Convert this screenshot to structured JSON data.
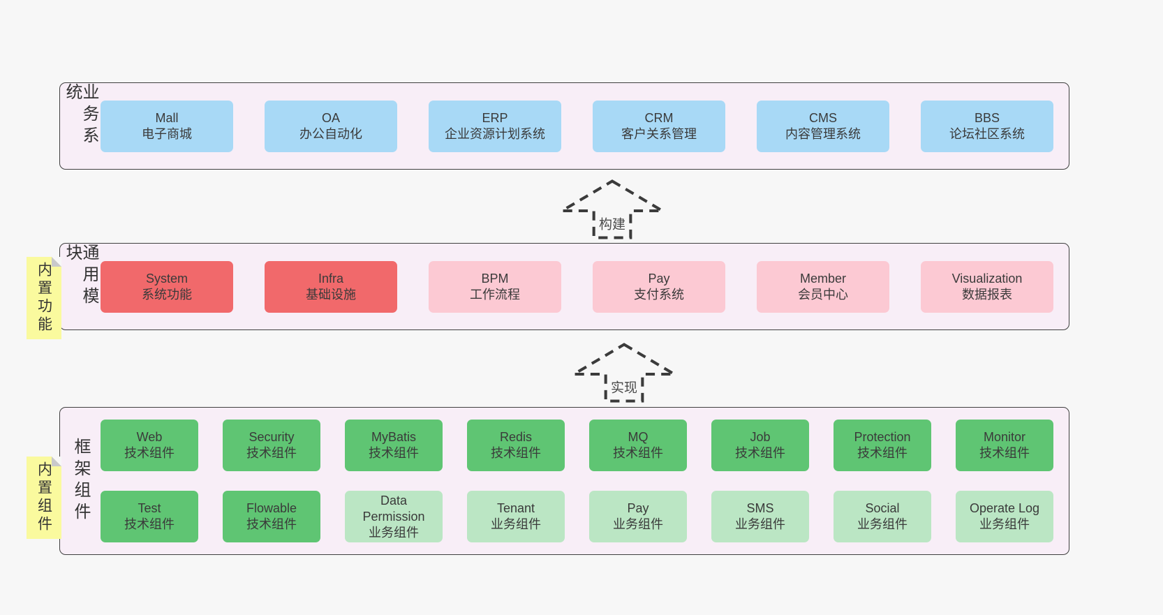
{
  "colors": {
    "page_bg": "#f7f7f7",
    "band_bg": "#f8eef7",
    "band_border": "#3f3f3f",
    "blue": "#a8d9f6",
    "red": "#f1696b",
    "pink": "#fcc9d3",
    "green": "#5fc573",
    "light_green": "#bbe6c4",
    "note_yellow": "#fafa9e",
    "note_fold": "#c9c9cb",
    "text": "#3a3a3a"
  },
  "arrows": [
    {
      "label": "构建"
    },
    {
      "label": "实现"
    }
  ],
  "bands": [
    {
      "label": "业务系统",
      "rows": [
        [
          {
            "name": "Mall",
            "desc": "电子商城"
          },
          {
            "name": "OA",
            "desc": "办公自动化"
          },
          {
            "name": "ERP",
            "desc": "企业资源计划系统"
          },
          {
            "name": "CRM",
            "desc": "客户关系管理"
          },
          {
            "name": "CMS",
            "desc": "内容管理系统"
          },
          {
            "name": "BBS",
            "desc": "论坛社区系统"
          }
        ]
      ]
    },
    {
      "label": "通用模块",
      "note": "内置功能",
      "rows": [
        [
          {
            "name": "System",
            "desc": "系统功能"
          },
          {
            "name": "Infra",
            "desc": "基础设施"
          },
          {
            "name": "BPM",
            "desc": "工作流程"
          },
          {
            "name": "Pay",
            "desc": "支付系统"
          },
          {
            "name": "Member",
            "desc": "会员中心"
          },
          {
            "name": "Visualization",
            "desc": "数据报表"
          }
        ]
      ]
    },
    {
      "label": "框架组件",
      "note": "内置组件",
      "rows": [
        [
          {
            "name": "Web",
            "desc": "技术组件"
          },
          {
            "name": "Security",
            "desc": "技术组件"
          },
          {
            "name": "MyBatis",
            "desc": "技术组件"
          },
          {
            "name": "Redis",
            "desc": "技术组件"
          },
          {
            "name": "MQ",
            "desc": "技术组件"
          },
          {
            "name": "Job",
            "desc": "技术组件"
          },
          {
            "name": "Protection",
            "desc": "技术组件"
          },
          {
            "name": "Monitor",
            "desc": "技术组件"
          }
        ],
        [
          {
            "name": "Test",
            "desc": "技术组件"
          },
          {
            "name": "Flowable",
            "desc": "技术组件"
          },
          {
            "name": "Data Permission",
            "desc": "业务组件"
          },
          {
            "name": "Tenant",
            "desc": "业务组件"
          },
          {
            "name": "Pay",
            "desc": "业务组件"
          },
          {
            "name": "SMS",
            "desc": "业务组件"
          },
          {
            "name": "Social",
            "desc": "业务组件"
          },
          {
            "name": "Operate Log",
            "desc": "业务组件"
          }
        ]
      ]
    }
  ]
}
